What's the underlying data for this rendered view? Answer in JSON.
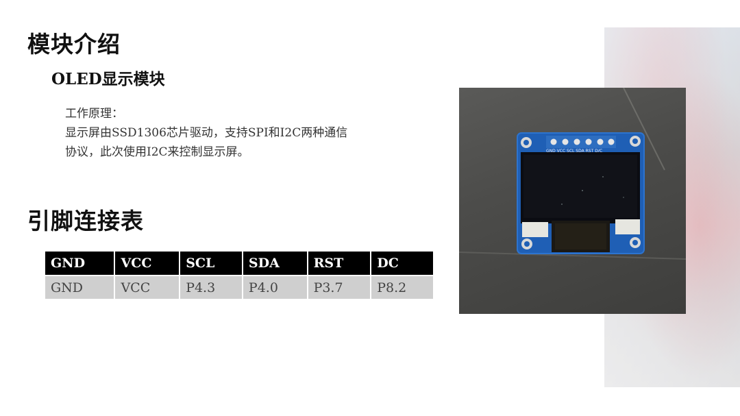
{
  "slide": {
    "title": "模块介绍",
    "subtitle": "OLED显示模块",
    "principle_lines": [
      "工作原理：",
      "显示屏由SSD1306芯片驱动，支持SPI和I2C两种通信",
      "协议，此次使用I2C来控制显示屏。"
    ],
    "table_title": "引脚连接表"
  },
  "pin_table": {
    "headers": [
      "GND",
      "VCC",
      "SCL",
      "SDA",
      "RST",
      "DC"
    ],
    "row": [
      "GND",
      "VCC",
      "P4.3",
      "P4.0",
      "P3.7",
      "P8.2"
    ]
  },
  "photo": {
    "pcb_label": "GND VCC SCL SDA RST D/C",
    "colors": {
      "pcb": "#1f5fb5",
      "screen": "#0b0c12",
      "background": "#4c4c4a"
    }
  }
}
